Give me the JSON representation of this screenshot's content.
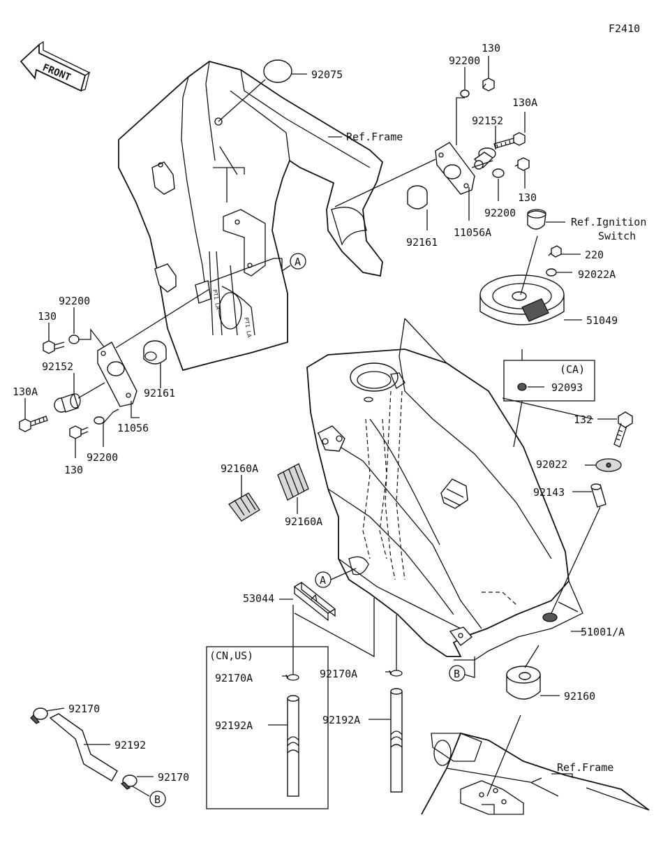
{
  "diagram": {
    "figure_code": "F2410",
    "front_badge": "FRONT",
    "group_labels": {
      "ca": "(CA)",
      "cn_us": "(CN,US)"
    },
    "callouts": [
      {
        "id": "92075",
        "text": "92075"
      },
      {
        "id": "ref-frame-top",
        "text": "Ref.Frame"
      },
      {
        "id": "130-top",
        "text": "130"
      },
      {
        "id": "92200-top",
        "text": "92200"
      },
      {
        "id": "130A-top",
        "text": "130A"
      },
      {
        "id": "92152-top",
        "text": "92152"
      },
      {
        "id": "130-right",
        "text": "130"
      },
      {
        "id": "92200-right",
        "text": "92200"
      },
      {
        "id": "92161-top",
        "text": "92161"
      },
      {
        "id": "11056A",
        "text": "11056A"
      },
      {
        "id": "ref-ignition-1",
        "text": "Ref.Ignition"
      },
      {
        "id": "ref-ignition-2",
        "text": "Switch"
      },
      {
        "id": "220",
        "text": "220"
      },
      {
        "id": "92022A",
        "text": "92022A"
      },
      {
        "id": "51049",
        "text": "51049"
      },
      {
        "id": "92093",
        "text": "92093"
      },
      {
        "id": "132",
        "text": "132"
      },
      {
        "id": "92022",
        "text": "92022"
      },
      {
        "id": "92143",
        "text": "92143"
      },
      {
        "id": "51001A",
        "text": "51001/A"
      },
      {
        "id": "92160",
        "text": "92160"
      },
      {
        "id": "ref-frame-bottom",
        "text": "Ref.Frame"
      },
      {
        "id": "92200-left-top",
        "text": "92200"
      },
      {
        "id": "130-left-top",
        "text": "130"
      },
      {
        "id": "92152-left",
        "text": "92152"
      },
      {
        "id": "92161-left",
        "text": "92161"
      },
      {
        "id": "130A-left",
        "text": "130A"
      },
      {
        "id": "11056",
        "text": "11056"
      },
      {
        "id": "92200-left-bottom",
        "text": "92200"
      },
      {
        "id": "130-left-bottom",
        "text": "130"
      },
      {
        "id": "92160A-left",
        "text": "92160A"
      },
      {
        "id": "92160A-right",
        "text": "92160A"
      },
      {
        "id": "53044",
        "text": "53044"
      },
      {
        "id": "92170A-box",
        "text": "92170A"
      },
      {
        "id": "92192A-box",
        "text": "92192A"
      },
      {
        "id": "92170A-mid",
        "text": "92170A"
      },
      {
        "id": "92192A-mid",
        "text": "92192A"
      },
      {
        "id": "92170-top",
        "text": "92170"
      },
      {
        "id": "92192",
        "text": "92192"
      },
      {
        "id": "92170-bottom",
        "text": "92170"
      }
    ],
    "markers": [
      {
        "id": "A-upper",
        "text": "A"
      },
      {
        "id": "A-lower",
        "text": "A"
      },
      {
        "id": "B-lower",
        "text": "B"
      },
      {
        "id": "B-left",
        "text": "B"
      }
    ],
    "frame_stamps": [
      "PT1 LA",
      "PT1 LA"
    ]
  }
}
